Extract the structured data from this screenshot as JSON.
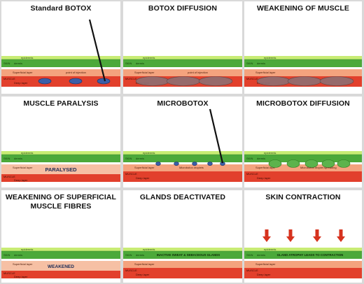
{
  "colors": {
    "epidermis": "#c8ec74",
    "dermis": "#4ca93a",
    "dermis_light": "#7cc44a",
    "superficial": "#f4a37e",
    "superficial_pale": "#f6c0a4",
    "deep": "#e2402c",
    "white_band": "#ffffff",
    "needle": "#111111",
    "dot": "#3a5fa8",
    "diffusion": "#8e6f72",
    "diffusion_green": "#5cb34c",
    "arrow": "#d6321e",
    "panel_bg": "#ffffff",
    "grid_bg": "#d9d9d9"
  },
  "labels": {
    "epidermis": "epidermis",
    "skin": "SKIN",
    "dermis": "dermis",
    "superficial": "Superficial layer",
    "muscle": "MUSCLE",
    "deep": "Deep layer"
  },
  "panels": [
    {
      "title": "Standard BOTOX",
      "variant": "standard",
      "note": "point of injection"
    },
    {
      "title": "BOTOX DIFFUSION",
      "variant": "diffusion",
      "note": "point of injection"
    },
    {
      "title": "WEAKENING OF MUSCLE",
      "variant": "weakening",
      "note": ""
    },
    {
      "title": "MUSCLE PARALYSIS",
      "variant": "paralysis",
      "note": "PARALYSED"
    },
    {
      "title": "MICROBOTOX",
      "variant": "micro",
      "note": "Microbotox droplets"
    },
    {
      "title": "MICROBOTOX DIFFUSION",
      "variant": "microdiff",
      "note": "Microbotox droplet spreading"
    },
    {
      "title": "WEAKENING OF SUPERFICIAL\nMUSCLE FIBRES",
      "variant": "weakened",
      "note": "WEAKENED"
    },
    {
      "title": "GLANDS DEACTIVATED",
      "variant": "glands",
      "note": "INACTIVE SWEAT & SEBACEOUS GLANDS"
    },
    {
      "title": "SKIN CONTRACTION",
      "variant": "contraction",
      "note": "GLAND ATROPHY LEADS TO CONTRACTION"
    }
  ]
}
